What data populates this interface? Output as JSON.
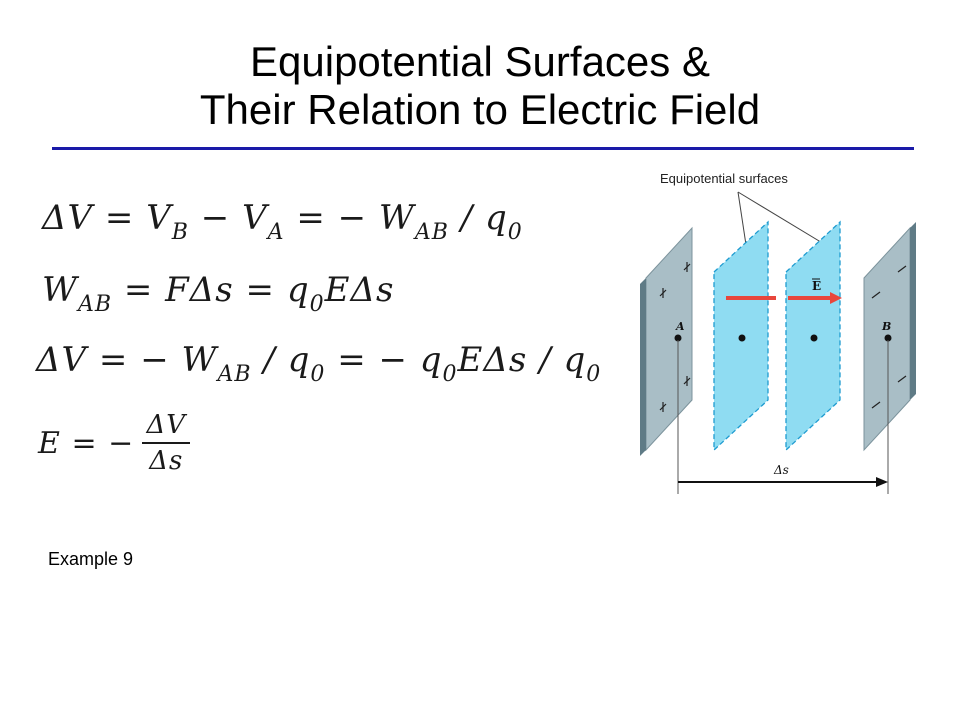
{
  "slide": {
    "title_line1": "Equipotential  Surfaces &",
    "title_line2": "Their Relation to Electric Field",
    "accent_rule_color": "#1a1aa8",
    "example_label": "Example 9"
  },
  "equations": {
    "eq1": {
      "lhs": "ΔV",
      "v1": "V",
      "s1": "B",
      "v2": "V",
      "s2": "A",
      "w": "W",
      "ws": "AB",
      "q": "q",
      "qs": "0"
    },
    "eq2": {
      "w": "W",
      "ws": "AB",
      "f": "F",
      "ds": "Δs",
      "q": "q",
      "qs": "0",
      "e": "E"
    },
    "eq3": {
      "lhs": "ΔV",
      "w": "W",
      "ws": "AB",
      "q": "q",
      "qs": "0",
      "e": "E",
      "ds": "Δs"
    },
    "eq4": {
      "lhs": "E",
      "num": "ΔV",
      "den": "Δs"
    }
  },
  "diagram": {
    "caption": "Equipotential surfaces",
    "field_label": "E",
    "point_a": "A",
    "point_b": "B",
    "distance_label": "Δs",
    "surface_color": "#8fdcf2",
    "field_arrow_color": "#e8463c"
  }
}
